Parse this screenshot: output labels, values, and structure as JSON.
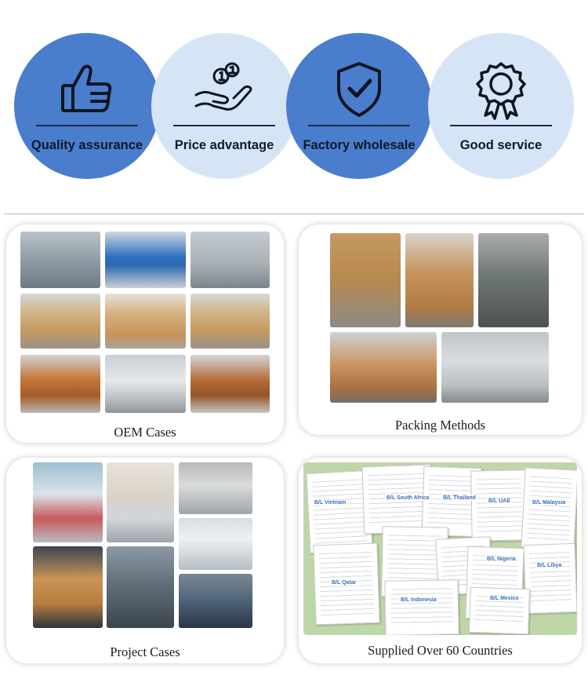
{
  "features": [
    {
      "label": "Quality assurance",
      "icon": "thumbs-up-icon"
    },
    {
      "label": "Price advantage",
      "icon": "hand-coins-icon"
    },
    {
      "label": "Factory wholesale",
      "icon": "shield-check-icon"
    },
    {
      "label": "Good service",
      "icon": "award-badge-icon"
    }
  ],
  "panels": {
    "oem": {
      "caption": "OEM Cases"
    },
    "packing": {
      "caption": "Packing Methods"
    },
    "project": {
      "caption": "Project Cases"
    },
    "countries": {
      "caption": "Supplied Over 60 Countries"
    }
  },
  "documents": [
    {
      "tag": "B/L Vietnam"
    },
    {
      "tag": "B/L South Africa"
    },
    {
      "tag": "B/L Thailand"
    },
    {
      "tag": "B/L UAE"
    },
    {
      "tag": "B/L Malaysia"
    },
    {
      "tag": "B/L Nigeria"
    },
    {
      "tag": "B/L Libya"
    },
    {
      "tag": "B/L Qatar"
    },
    {
      "tag": "B/L Indonesia"
    },
    {
      "tag": "B/L Mexico"
    }
  ],
  "colors": {
    "circle_dark": "#4a7ecd",
    "circle_light": "#d6e5f6",
    "documents_background": "#bed7a8"
  }
}
